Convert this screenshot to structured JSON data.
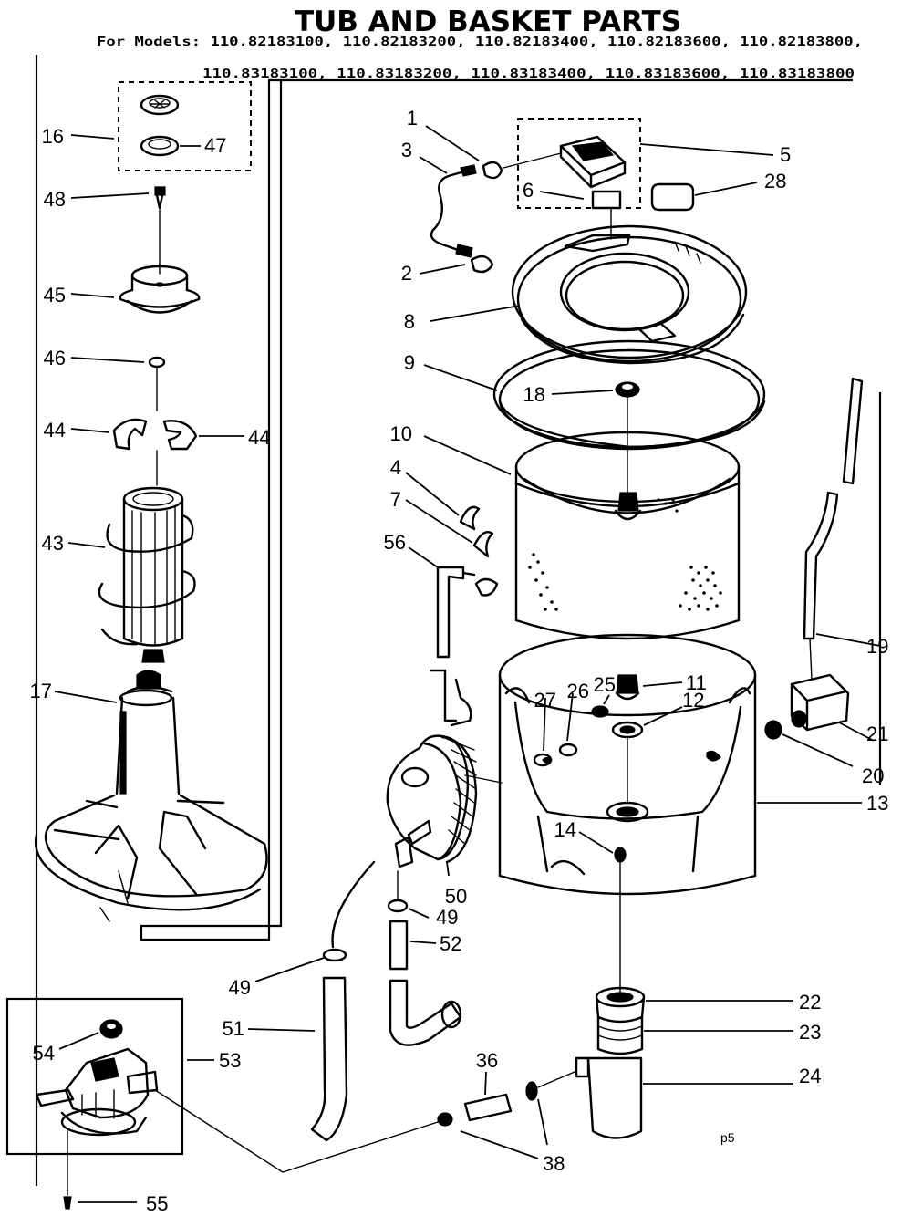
{
  "title": "TUB AND BASKET PARTS",
  "models_line_1": "For Models: 110.82183100, 110.82183200, 110.82183400, 110.82183600, 110.82183800,",
  "models_line_2": "110.83183100, 110.83183200, 110.83183400, 110.83183600, 110.83183800",
  "page_id": "p5",
  "callouts": {
    "c1": "1",
    "c2": "2",
    "c3": "3",
    "c4": "4",
    "c5": "5",
    "c6": "6",
    "c7": "7",
    "c8": "8",
    "c9": "9",
    "c10": "10",
    "c11": "11",
    "c12": "12",
    "c13": "13",
    "c14": "14",
    "c16": "16",
    "c17": "17",
    "c18": "18",
    "c19": "19",
    "c20": "20",
    "c21": "21",
    "c22": "22",
    "c23": "23",
    "c24": "24",
    "c25": "25",
    "c26": "26",
    "c27": "27",
    "c28": "28",
    "c36": "36",
    "c38": "38",
    "c43": "43",
    "c44a": "44",
    "c44b": "44",
    "c45": "45",
    "c46": "46",
    "c47": "47",
    "c48": "48",
    "c49a": "49",
    "c49b": "49",
    "c50": "50",
    "c51": "51",
    "c52": "52",
    "c53": "53",
    "c54": "54",
    "c55": "55",
    "c56": "56"
  }
}
